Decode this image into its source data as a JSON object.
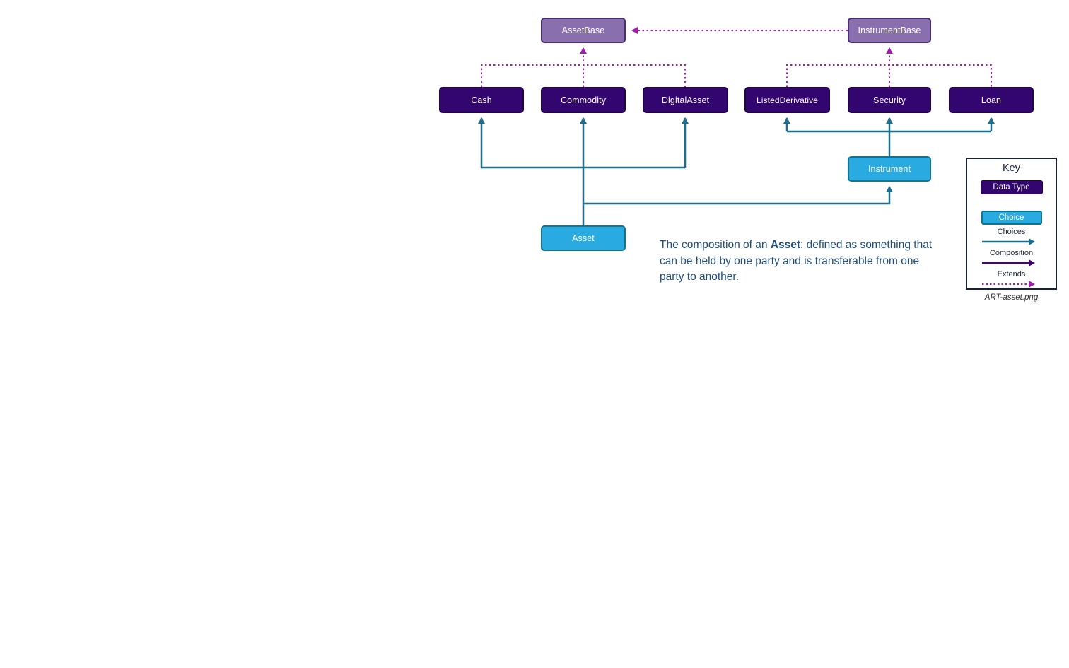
{
  "diagram": {
    "nodes": {
      "asset_base": {
        "label": "AssetBase"
      },
      "instrument_base": {
        "label": "InstrumentBase"
      },
      "cash": {
        "label": "Cash"
      },
      "commodity": {
        "label": "Commodity"
      },
      "digital_asset": {
        "label": "DigitalAsset"
      },
      "listed_derivative": {
        "label": "ListedDerivative"
      },
      "security": {
        "label": "Security"
      },
      "loan": {
        "label": "Loan"
      },
      "instrument": {
        "label": "Instrument"
      },
      "asset": {
        "label": "Asset"
      }
    },
    "description": {
      "prefix": "The composition of an ",
      "term": "Asset",
      "suffix": ": defined as something that can be held by one party and is transferable from one party to another."
    }
  },
  "key": {
    "title": "Key",
    "data_type_label": "Data Type",
    "choice_label": "Choice",
    "choices_label": "Choices",
    "composition_label": "Composition",
    "extends_label": "Extends",
    "caption": "ART-asset.png"
  },
  "colors": {
    "base_fill": "#8a6fae",
    "base_border": "#4a2d7a",
    "data_type_fill": "#33056e",
    "choice_fill": "#29abe2",
    "choice_border": "#0e7490",
    "choices_arrow": "#1b6e8e",
    "composition_arrow": "#43056e",
    "extends_arrow": "#a21caf",
    "description_text": "#1f4e79"
  }
}
